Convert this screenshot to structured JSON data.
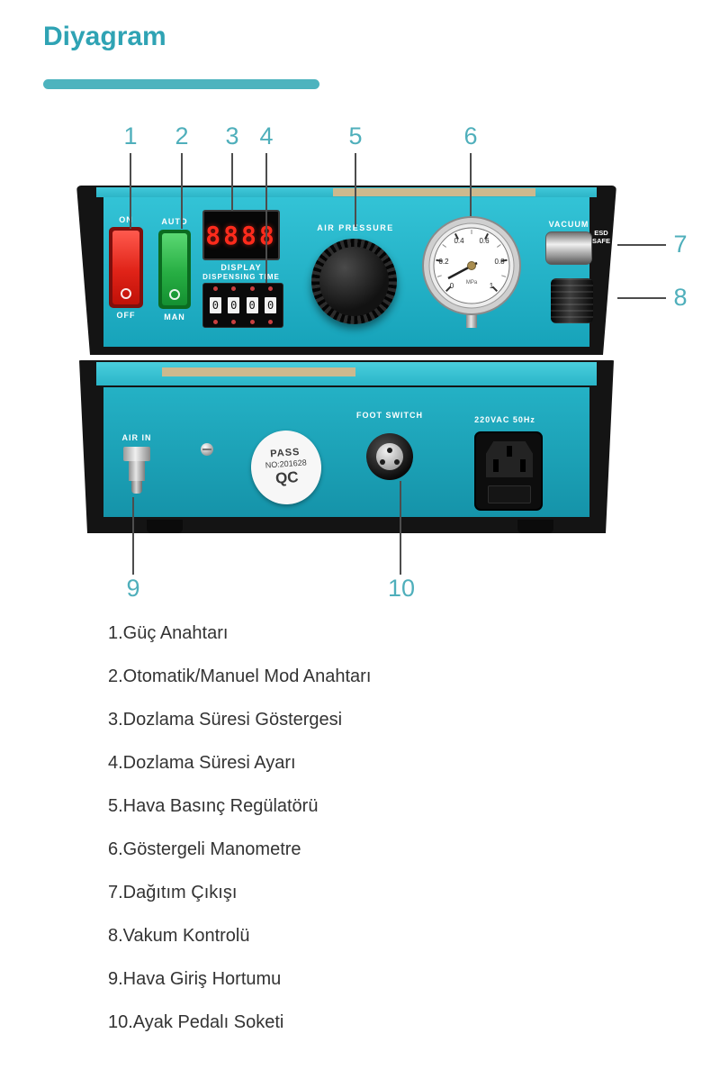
{
  "page": {
    "title": "Diyagram"
  },
  "colors": {
    "accent_teal": "#2fa3b4",
    "bar_teal": "#4db3be",
    "callout_teal": "#4fafbb",
    "device_teal": "#2bbcd0",
    "switch_red": "#e02318",
    "switch_green": "#27ae43",
    "label_tan": "#cdb98e",
    "digit_red": "#ff2b1c"
  },
  "callouts": [
    "1",
    "2",
    "3",
    "4",
    "5",
    "6",
    "7",
    "8",
    "9",
    "10"
  ],
  "front_panel": {
    "power_on": "ON",
    "power_off": "OFF",
    "mode_auto": "AUTO",
    "mode_man": "MAN",
    "display_digits": "8888",
    "display_label": "DISPLAY",
    "dispensing_time_label": "DISPENSING TIME",
    "thumbwheel_digits": [
      "0",
      "0",
      "0",
      "0"
    ],
    "air_pressure_label": "AIR PRESSURE",
    "vacuum_label": "VACUUM",
    "esd_line1": "ESD",
    "esd_line2": "SAFE",
    "gauge": {
      "ticks": [
        "0",
        "0.2",
        "0.4",
        "0.6",
        "0.8",
        "1"
      ],
      "unit": "MPa"
    }
  },
  "back_panel": {
    "air_in_label": "AIR IN",
    "qc_sticker": {
      "line1": "PASS",
      "line2": "NO:201628",
      "line3": "QC"
    },
    "foot_switch_label": "FOOT SWITCH",
    "power_label": "220VAC 50Hz"
  },
  "legend": [
    "1.Güç Anahtarı",
    "2.Otomatik/Manuel Mod Anahtarı",
    "3.Dozlama Süresi Göstergesi",
    "4.Dozlama Süresi Ayarı",
    "5.Hava Basınç Regülatörü",
    "6.Göstergeli Manometre",
    "7.Dağıtım Çıkışı",
    "8.Vakum Kontrolü",
    "9.Hava Giriş Hortumu",
    "10.Ayak Pedalı Soketi"
  ]
}
